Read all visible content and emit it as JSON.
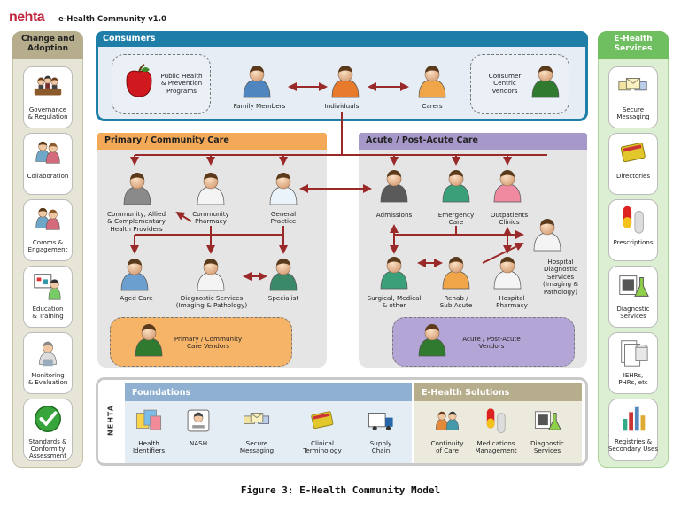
{
  "header": {
    "logo": "nehta",
    "title": "e-Health Community v1.0"
  },
  "left_column": {
    "title": "Change and\nAdoption",
    "items": [
      {
        "label": "Governance\n& Regulation",
        "icon": "meeting-icon"
      },
      {
        "label": "Collaboration",
        "icon": "people-icon"
      },
      {
        "label": "Comms &\nEngagement",
        "icon": "people-icon"
      },
      {
        "label": "Education\n& Training",
        "icon": "presenter-icon"
      },
      {
        "label": "Monitoring\n& Evaluation",
        "icon": "monitor-person-icon"
      },
      {
        "label": "Standards &\nConformity\nAssessment",
        "icon": "check-icon"
      }
    ]
  },
  "right_column": {
    "title": "E-Health\nServices",
    "items": [
      {
        "label": "Secure\nMessaging",
        "icon": "envelopes-icon"
      },
      {
        "label": "Directories",
        "icon": "book-icon"
      },
      {
        "label": "Prescriptions",
        "icon": "pills-icon"
      },
      {
        "label": "Diagnostic\nServices",
        "icon": "lab-icon"
      },
      {
        "label": "IEHRs,\nPHRs, etc",
        "icon": "records-icon"
      },
      {
        "label": "Registries &\nSecondary Uses",
        "icon": "bar-chart-icon"
      }
    ]
  },
  "consumers": {
    "title": "Consumers",
    "items": {
      "public_health": "Public Health\n& Prevention\nPrograms",
      "family": "Family Members",
      "individuals": "Individuals",
      "carers": "Carers",
      "vendors": "Consumer\nCentric\nVendors"
    }
  },
  "primary_care": {
    "title": "Primary / Community Care",
    "items": {
      "community": "Community, Allied\n& Complementary\nHealth Providers",
      "pharmacy": "Community\nPharmacy",
      "gp": "General\nPractice",
      "aged": "Aged Care",
      "diagnostic": "Diagnostic Services\n(Imaging & Pathology)",
      "specialist": "Specialist",
      "vendors": "Primary / Community\nCare Vendors"
    }
  },
  "acute_care": {
    "title": "Acute / Post-Acute Care",
    "items": {
      "admissions": "Admissions",
      "emergency": "Emergency\nCare",
      "outpatients": "Outpatients\nClinics",
      "hospital_diag": "Hospital\nDiagnostic\nServices\n(Imaging &\nPathology)",
      "surgical": "Surgical, Medical\n& other",
      "rehab": "Rehab /\nSub Acute",
      "hospital_pharmacy": "Hospital\nPharmacy",
      "vendors": "Acute / Post-Acute\nVendors"
    }
  },
  "foundations": {
    "side_label": "NEHTA",
    "title": "Foundations",
    "items": [
      {
        "label": "Health\nIdentifiers",
        "icon": "id-cards-icon"
      },
      {
        "label": "NASH",
        "icon": "id-badge-icon"
      },
      {
        "label": "Secure\nMessaging",
        "icon": "envelopes-icon"
      },
      {
        "label": "Clinical\nTerminology",
        "icon": "book-icon"
      },
      {
        "label": "Supply\nChain",
        "icon": "truck-icon"
      }
    ]
  },
  "ehealth_solutions": {
    "title": "E-Health Solutions",
    "items": [
      {
        "label": "Continuity\nof Care",
        "icon": "care-team-icon"
      },
      {
        "label": "Medications\nManagement",
        "icon": "pills-icon"
      },
      {
        "label": "Diagnostic\nServices",
        "icon": "lab-icon"
      }
    ]
  },
  "caption": "Figure 3: E-Health Community Model",
  "colors": {
    "consumers_blue": "#1e7ea8",
    "primary_orange": "#f3a958",
    "acute_purple": "#a698c8",
    "green": "#6fbe5f",
    "sand": "#b9b08d",
    "arrow_red": "#9a2a2a"
  }
}
